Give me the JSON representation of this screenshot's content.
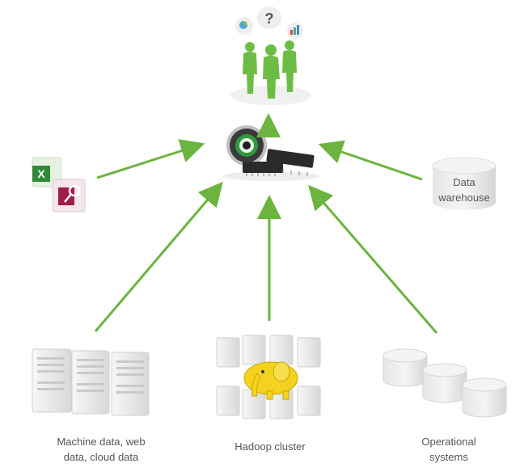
{
  "nodes": {
    "data_warehouse": {
      "line1": "Data",
      "line2": "warehouse"
    },
    "machine_data": {
      "line1": "Machine data, web",
      "line2": "data, cloud data"
    },
    "hadoop": {
      "line1": "Hadoop cluster"
    },
    "operational": {
      "line1": "Operational",
      "line2": "systems"
    },
    "users_icon_glyph": "?",
    "spreadsheet_glyph": "X"
  },
  "colors": {
    "arrow": "#6cb33f",
    "people": "#6dbd45",
    "cylinder_top": "#f2f2f2",
    "cylinder_body": "#e2e2e2",
    "server": "#e9e9e9",
    "chip": "#2a2a2a",
    "hadoop_elephant": "#f4d21f",
    "text": "#555555"
  }
}
